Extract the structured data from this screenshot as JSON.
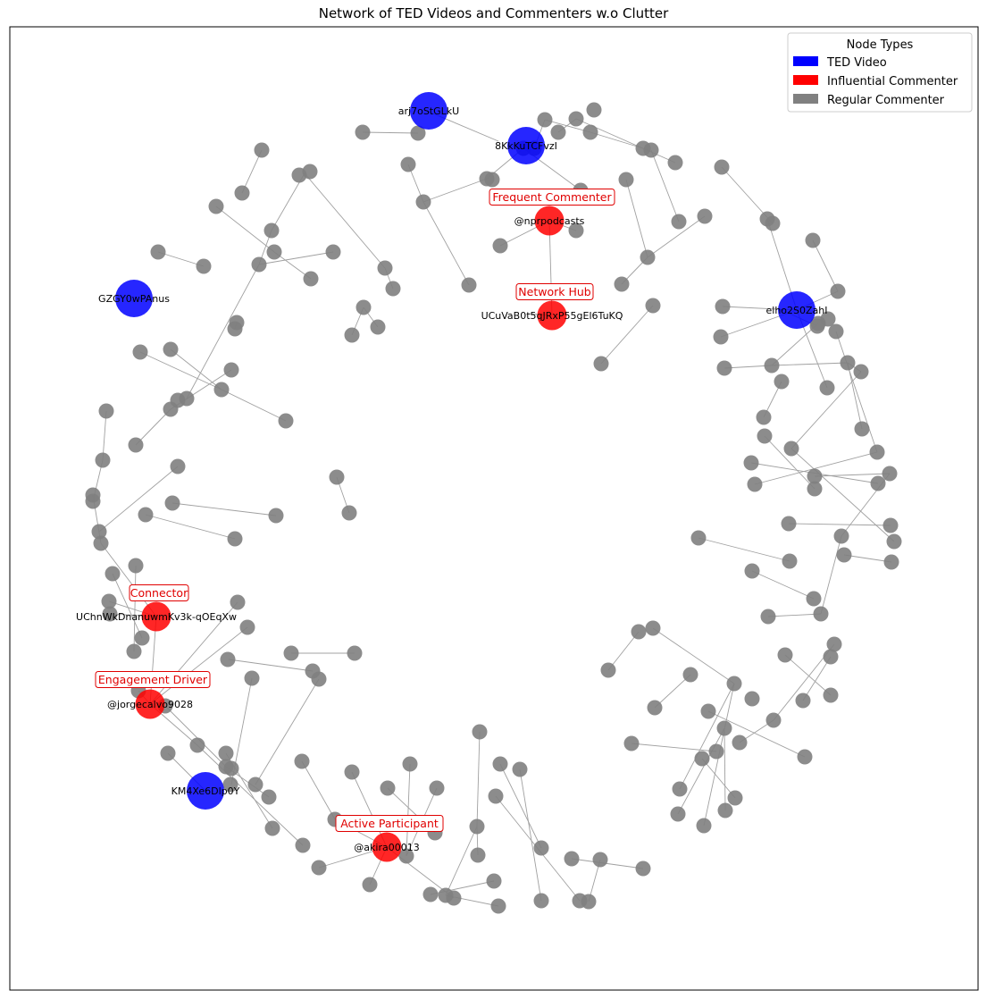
{
  "title": "Network of TED Videos and Commenters w.o Clutter",
  "colors": {
    "ted_video": "#0000ff",
    "influential": "#ff0000",
    "regular": "#808080",
    "edge": "#a0a0a0"
  },
  "legend": {
    "title": "Node Types",
    "items": [
      {
        "label": "TED Video",
        "color": "#0000ff",
        "type": "ted"
      },
      {
        "label": "Influential Commenter",
        "color": "#ff0000",
        "type": "influential"
      },
      {
        "label": "Regular Commenter",
        "color": "#808080",
        "type": "regular"
      }
    ]
  },
  "node_labels": {
    "ted_1": "arj7oStGLkU",
    "ted_2": "8KkKuTCFvzI",
    "ted_3": "GZGY0wPAnus",
    "ted_4": "elho2S0ZahI",
    "ted_5": "KM4Xe6Dlp0Y",
    "inf_1": "@nprpodcasts",
    "inf_2": "UCuVaB0t5qJRxP55gEl6TuKQ",
    "inf_3": "UChnWkDnanuwmKv3k-qOEqXw",
    "inf_4": "@jorgecalvo9028",
    "inf_5": "@akira00013"
  },
  "annotations": {
    "inf_1": "Frequent Commenter",
    "inf_2": "Network Hub",
    "inf_3": "Connector",
    "inf_4": "Engagement Driver",
    "inf_5": "Active Participant"
  }
}
